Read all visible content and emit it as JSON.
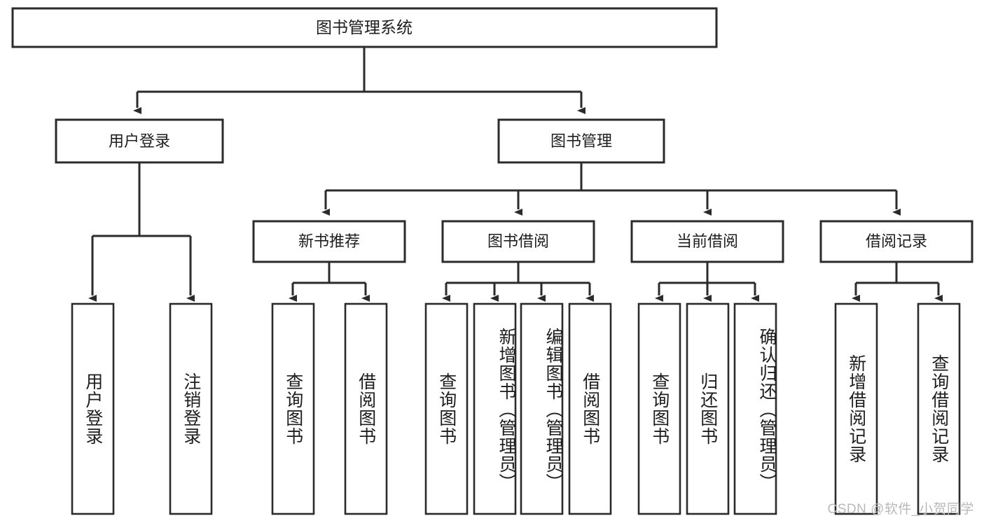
{
  "diagram": {
    "type": "tree-hierarchy",
    "title": "图书管理系统",
    "root": {
      "label": "图书管理系统"
    },
    "level1": [
      {
        "label": "用户登录"
      },
      {
        "label": "图书管理"
      }
    ],
    "level2": [
      {
        "label": "新书推荐",
        "parent": "图书管理"
      },
      {
        "label": "图书借阅",
        "parent": "图书管理"
      },
      {
        "label": "当前借阅",
        "parent": "图书管理"
      },
      {
        "label": "借阅记录",
        "parent": "图书管理"
      }
    ],
    "leaves": {
      "user_login": [
        {
          "label": "用户登录"
        },
        {
          "label": "注销登录"
        }
      ],
      "new_book_recommend": [
        {
          "label": "查询图书"
        },
        {
          "label": "借阅图书"
        }
      ],
      "book_borrow": [
        {
          "label": "查询图书"
        },
        {
          "label": "新增图书（管理员）"
        },
        {
          "label": "编辑图书（管理员）"
        },
        {
          "label": "借阅图书"
        }
      ],
      "current_borrow": [
        {
          "label": "查询图书"
        },
        {
          "label": "归还图书"
        },
        {
          "label": "确认归还（管理员）"
        }
      ],
      "borrow_record": [
        {
          "label": "新增借阅记录"
        },
        {
          "label": "查询借阅记录"
        }
      ]
    }
  },
  "watermark": {
    "text": "CSDN @软件_小贺同学"
  },
  "colors": {
    "stroke": "#2b2b2b",
    "fill": "#ffffff",
    "text": "#1d1d1d",
    "watermark": "#b9b9b9"
  }
}
